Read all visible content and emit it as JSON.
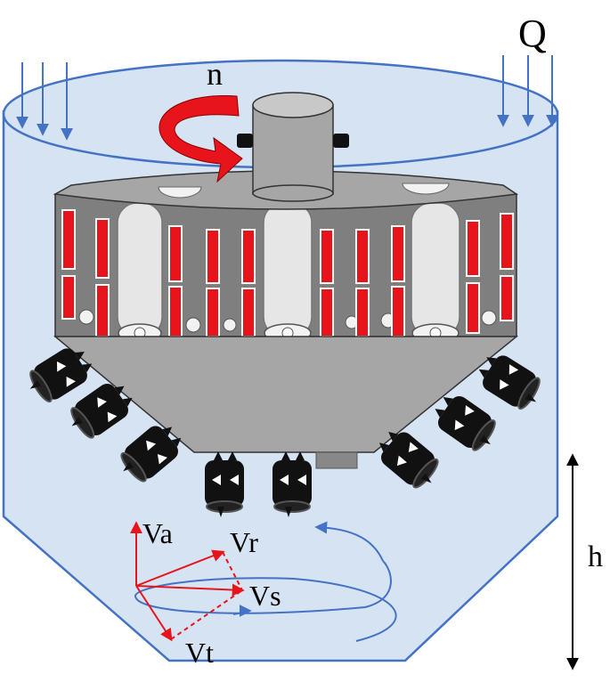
{
  "labels": {
    "flow": "Q",
    "rotation": "n",
    "height": "h",
    "v_axial": "Va",
    "v_radial": "Vr",
    "v_resultant": "Vs",
    "v_tangential": "Vt"
  },
  "colors": {
    "tank_fill": "#d6e3f3",
    "tank_stroke": "#4472c4",
    "impeller_body": "#a6a6a6",
    "impeller_side": "#7f7f7f",
    "slot_red": "#e8141b",
    "pipe_light": "#e6e6e6",
    "nozzle_black": "#111111",
    "arrow_red": "#e8141b",
    "flow_blue": "#4472c4"
  }
}
